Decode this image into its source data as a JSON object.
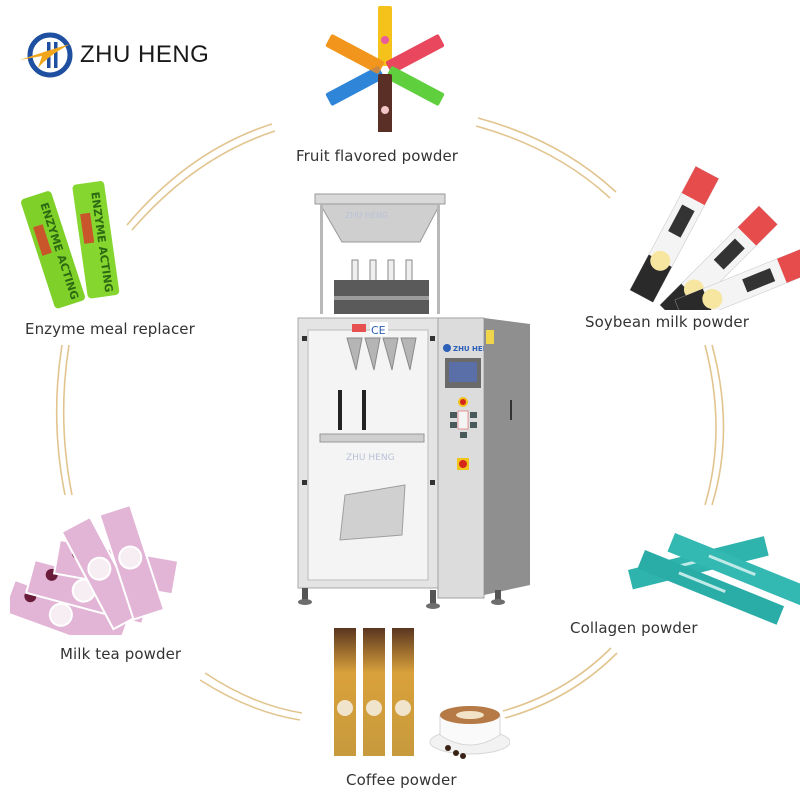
{
  "brand": {
    "name": "ZHU HENG",
    "colors": {
      "ring": "#1f4fa0",
      "swoosh": "#f2a61c",
      "text": "#1a1a1a"
    }
  },
  "products": [
    {
      "id": "fruit",
      "label": "Fruit flavored powder",
      "color": "#f5c21b"
    },
    {
      "id": "soybean",
      "label": "Soybean milk powder",
      "color": "#e8e8e8"
    },
    {
      "id": "collagen",
      "label": "Collagen powder",
      "color": "#2fb3ad"
    },
    {
      "id": "coffee",
      "label": "Coffee powder",
      "color": "#c79a3c"
    },
    {
      "id": "milktea",
      "label": "Milk tea powder",
      "color": "#e2b5d6"
    },
    {
      "id": "enzyme",
      "label": "Enzyme meal replacer",
      "color": "#7fd12a"
    }
  ],
  "enzyme_pack_text": "ENZYME ACTING",
  "machine": {
    "brand_plate": "ZHU HENG",
    "ce_mark": "CE",
    "watermark": "ZHU HENG"
  },
  "accent": {
    "arc": "#e2c48f"
  }
}
